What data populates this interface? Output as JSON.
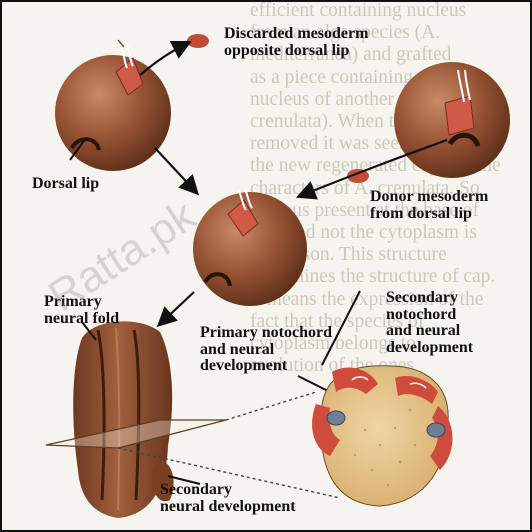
{
  "labels": {
    "discarded": "Discarded mesoderm\nopposite dorsal lip",
    "dorsal_lip": "Dorsal lip",
    "donor": "Donor mesoderm\nfrom dorsal lip",
    "primary_neural_fold": "Primary\nneural fold",
    "secondary_notochord": "Secondary\nnotochord\nand neural\ndevelopment",
    "primary_notochord": "Primary notochord\nand neural\ndevelopment",
    "secondary_neural": "Secondary\nneural development"
  },
  "background_text": "efficient containing nucleus\nfrom an alga species (A.\nmediterranea) and grafted\nas a piece containing the\nnucleus of another species (A.\ncrenulata). When the cap was\nremoved it was seen that\nthe new regenerated cap had the\ncharacters of A. crenulata. So\nnucleus present at the base of\nalga and not the cytoplasm is\nthe reason. This structure\ndetermines the structure of cap.\nIt means the expression of the\nfact that the species of\ncytoplasm belongs to\nevolution of the ones",
  "watermark": "Ratta.pk",
  "colors": {
    "embryo": "#8a4a2c",
    "embryo_highlight": "#c98a66",
    "mesoderm_patch": "#c0503e",
    "cross_section_yolk": "#e5c58a",
    "cross_section_red": "#cf4b3c",
    "notochord": "#6c7f96"
  }
}
